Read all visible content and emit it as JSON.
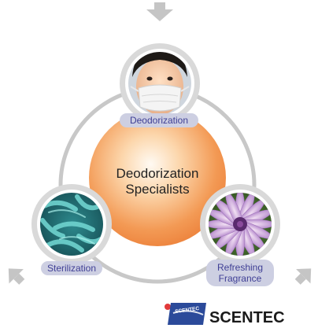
{
  "center": {
    "line1": "Deodorization",
    "line2": "Specialists"
  },
  "nodes": {
    "top": {
      "label": "Deodorization"
    },
    "left": {
      "label": "Sterilization"
    },
    "right": {
      "line1": "Refreshing",
      "line2": "Fragrance"
    }
  },
  "brand": {
    "logo_badge_text": "SCENTEC",
    "name": "SCENTEC"
  },
  "colors": {
    "ring": "#c8c8c8",
    "label_bg": "#cdcfe2",
    "label_text": "#3f3f95",
    "orange": "#f39a55",
    "arrow": "#c5c5c5",
    "brand_blue": "#2b4a9a",
    "brand_red": "#e23a3a"
  },
  "icons": [
    "arrow-down-icon",
    "arrow-up-right-icon",
    "arrow-up-left-icon",
    "child-mask-icon",
    "bacteria-icon",
    "flower-icon"
  ]
}
